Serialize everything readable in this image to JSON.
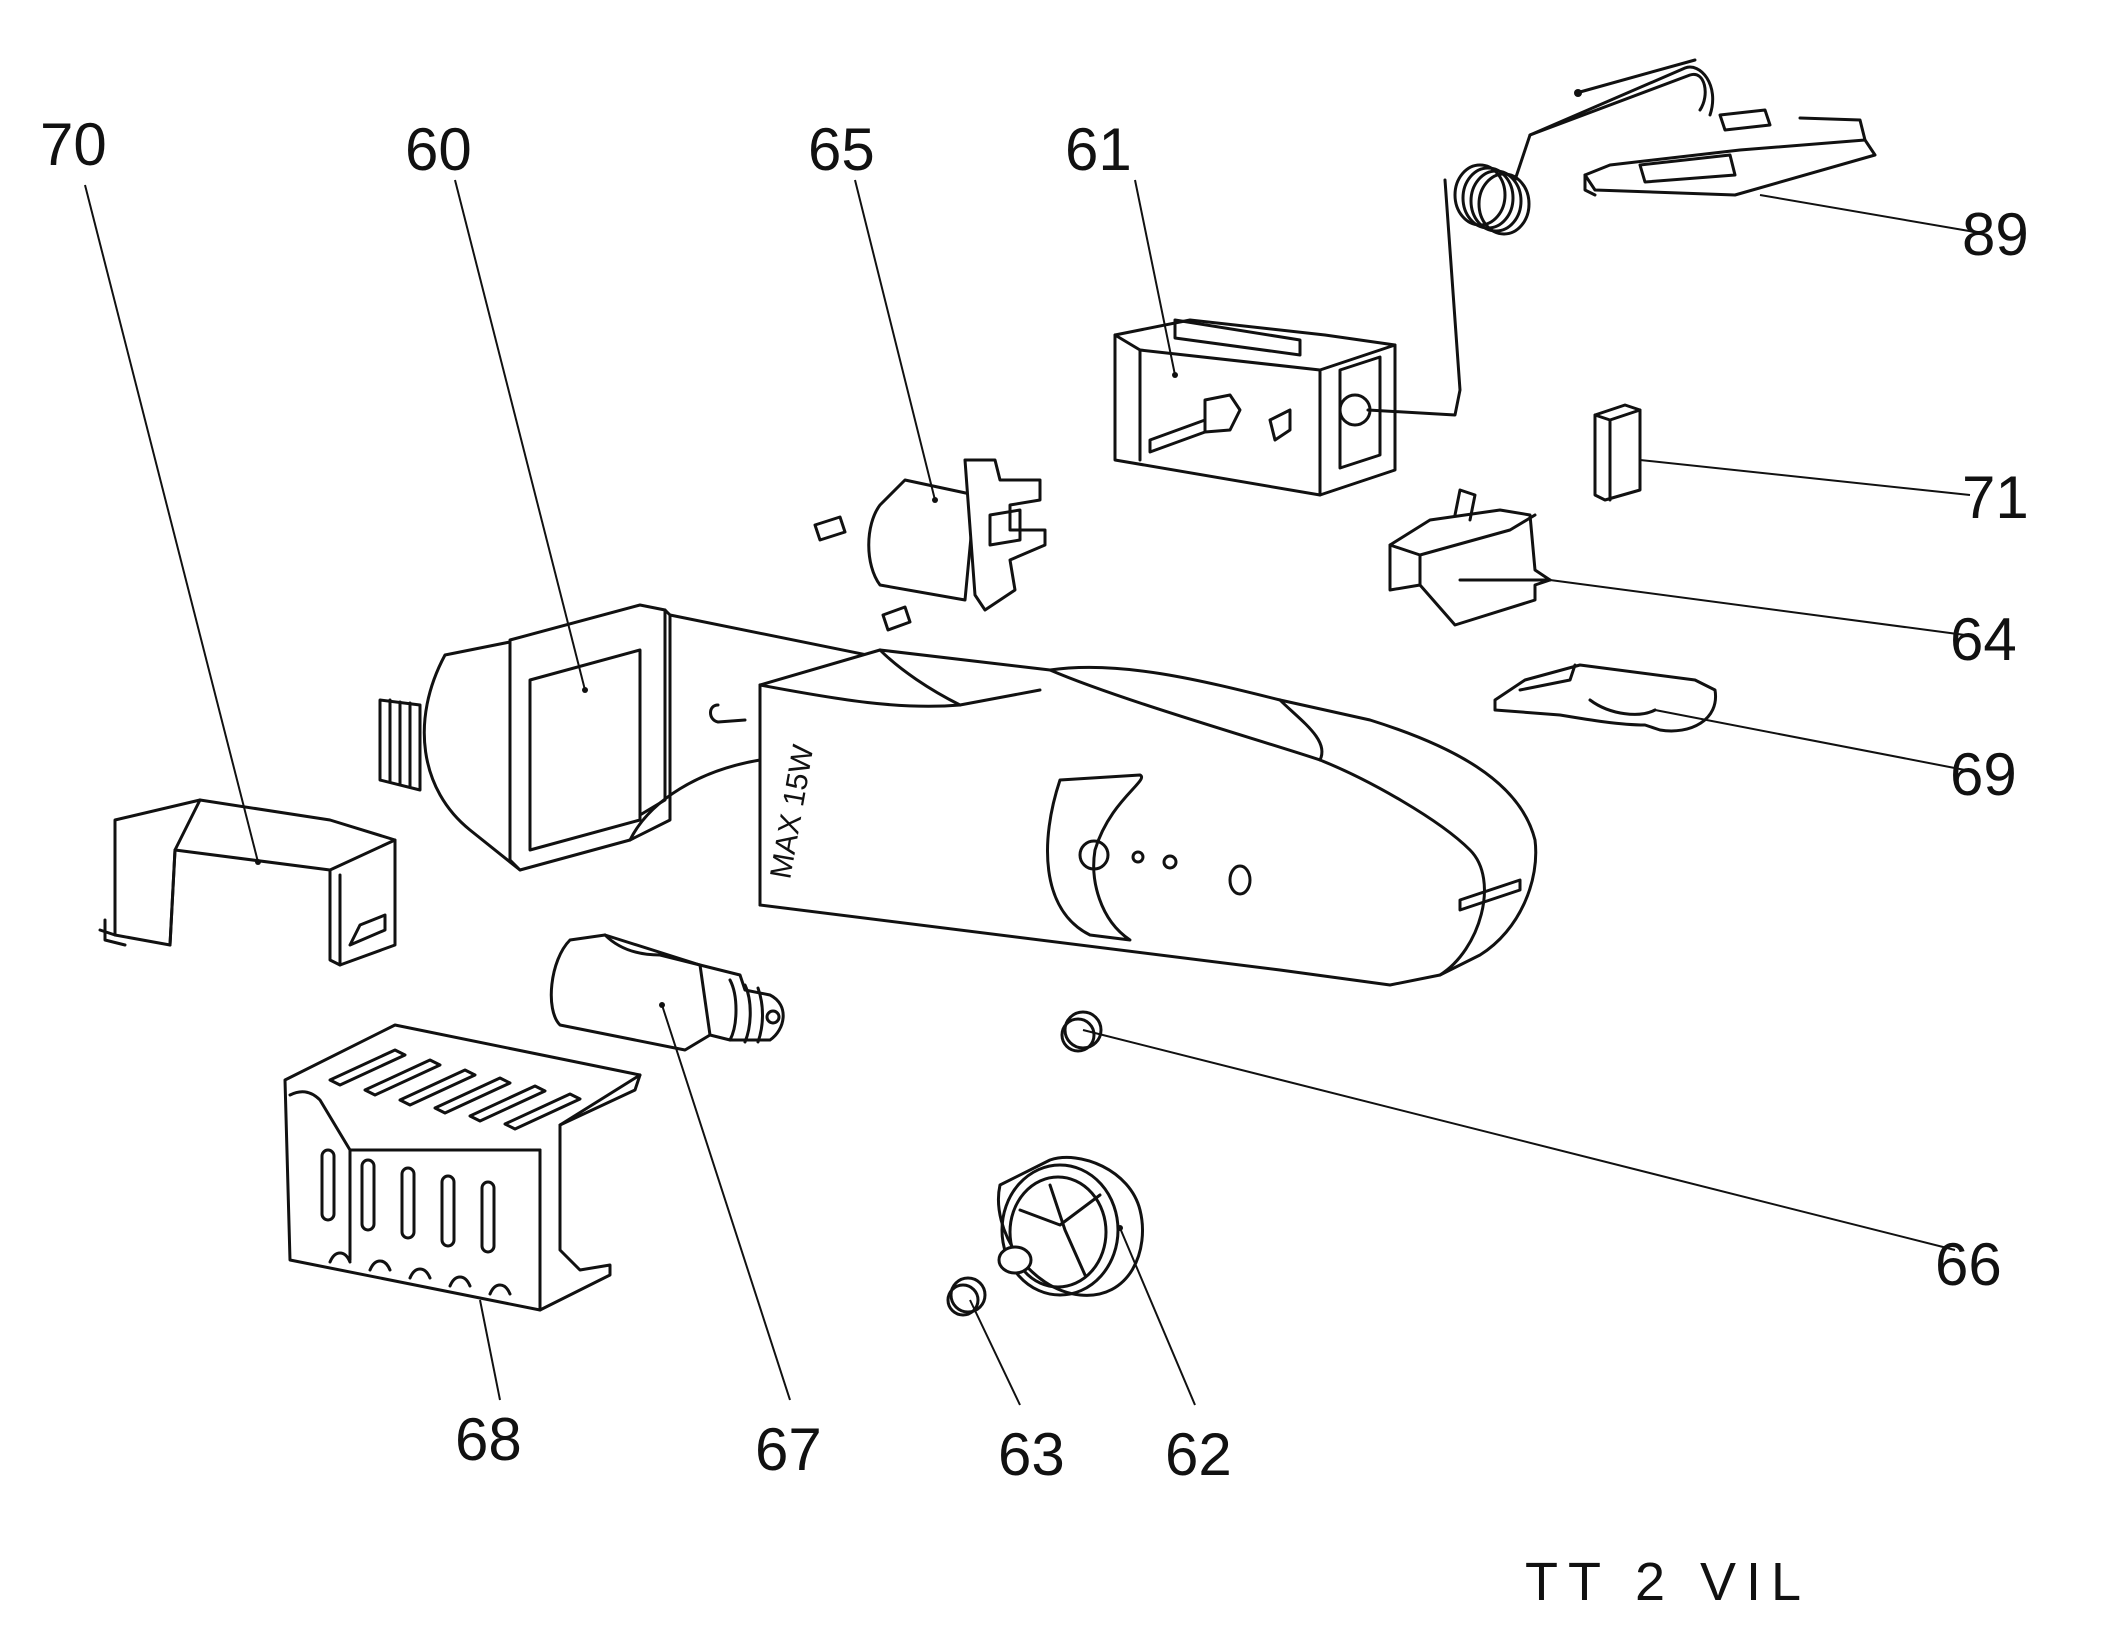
{
  "labels": {
    "p70": "70",
    "p60": "60",
    "p65": "65",
    "p61": "61",
    "p89": "89",
    "p71": "71",
    "p64": "64",
    "p69": "69",
    "p66": "66",
    "p68": "68",
    "p67": "67",
    "p63": "63",
    "p62": "62"
  },
  "housing_stamp": "MAX 15W",
  "drawing_code": "TT 2 VIL",
  "colors": {
    "line": "#111111",
    "background": "#ffffff"
  }
}
